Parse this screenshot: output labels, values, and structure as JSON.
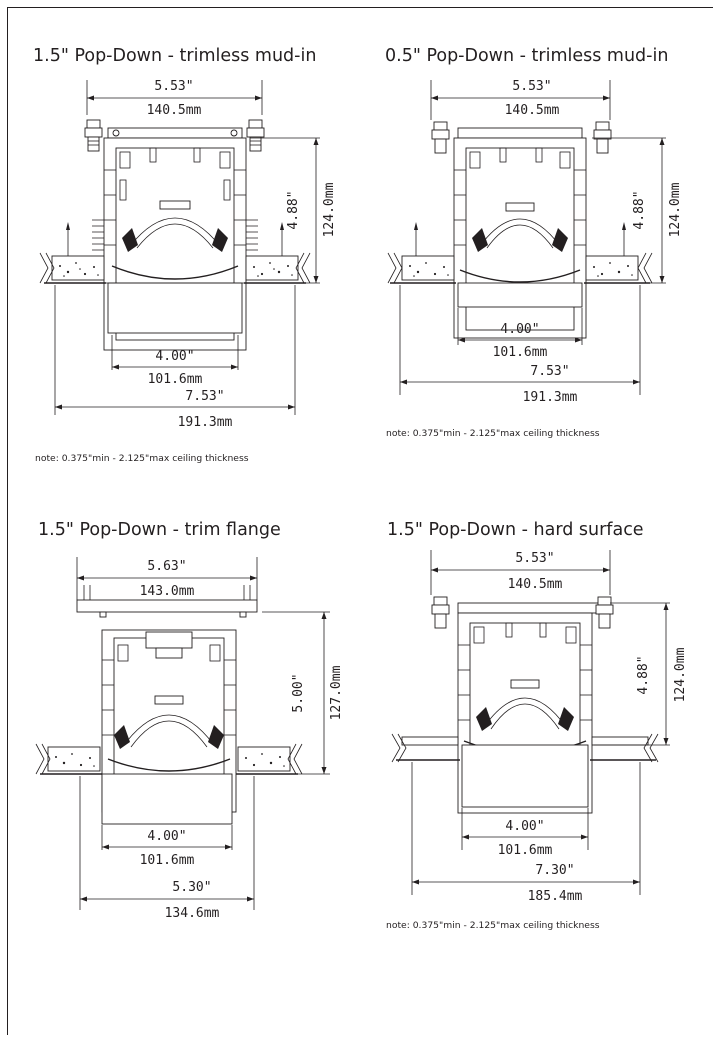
{
  "panels": [
    {
      "title": "1.5\" Pop-Down - trimless mud-in",
      "top_in": "5.53\"",
      "top_mm": "140.5mm",
      "h_in": "4.88\"",
      "h_mm": "124.0mm",
      "ap_in": "4.00\"",
      "ap_mm": "101.6mm",
      "ov_in": "7.53\"",
      "ov_mm": "191.3mm",
      "note": "note: 0.375\"min - 2.125\"max ceiling thickness"
    },
    {
      "title": "0.5\" Pop-Down - trimless mud-in",
      "top_in": "5.53\"",
      "top_mm": "140.5mm",
      "h_in": "4.88\"",
      "h_mm": "124.0mm",
      "ap_in": "4.00\"",
      "ap_mm": "101.6mm",
      "ov_in": "7.53\"",
      "ov_mm": "191.3mm",
      "note": "note: 0.375\"min - 2.125\"max ceiling thickness"
    },
    {
      "title": "1.5\" Pop-Down - trim flange",
      "top_in": "5.63\"",
      "top_mm": "143.0mm",
      "h_in": "5.00\"",
      "h_mm": "127.0mm",
      "ap_in": "4.00\"",
      "ap_mm": "101.6mm",
      "ov_in": "5.30\"",
      "ov_mm": "134.6mm"
    },
    {
      "title": "1.5\" Pop-Down - hard surface",
      "top_in": "5.53\"",
      "top_mm": "140.5mm",
      "h_in": "4.88\"",
      "h_mm": "124.0mm",
      "ap_in": "4.00\"",
      "ap_mm": "101.6mm",
      "ov_in": "7.30\"",
      "ov_mm": "185.4mm",
      "note": "note: 0.375\"min - 2.125\"max ceiling thickness"
    }
  ]
}
